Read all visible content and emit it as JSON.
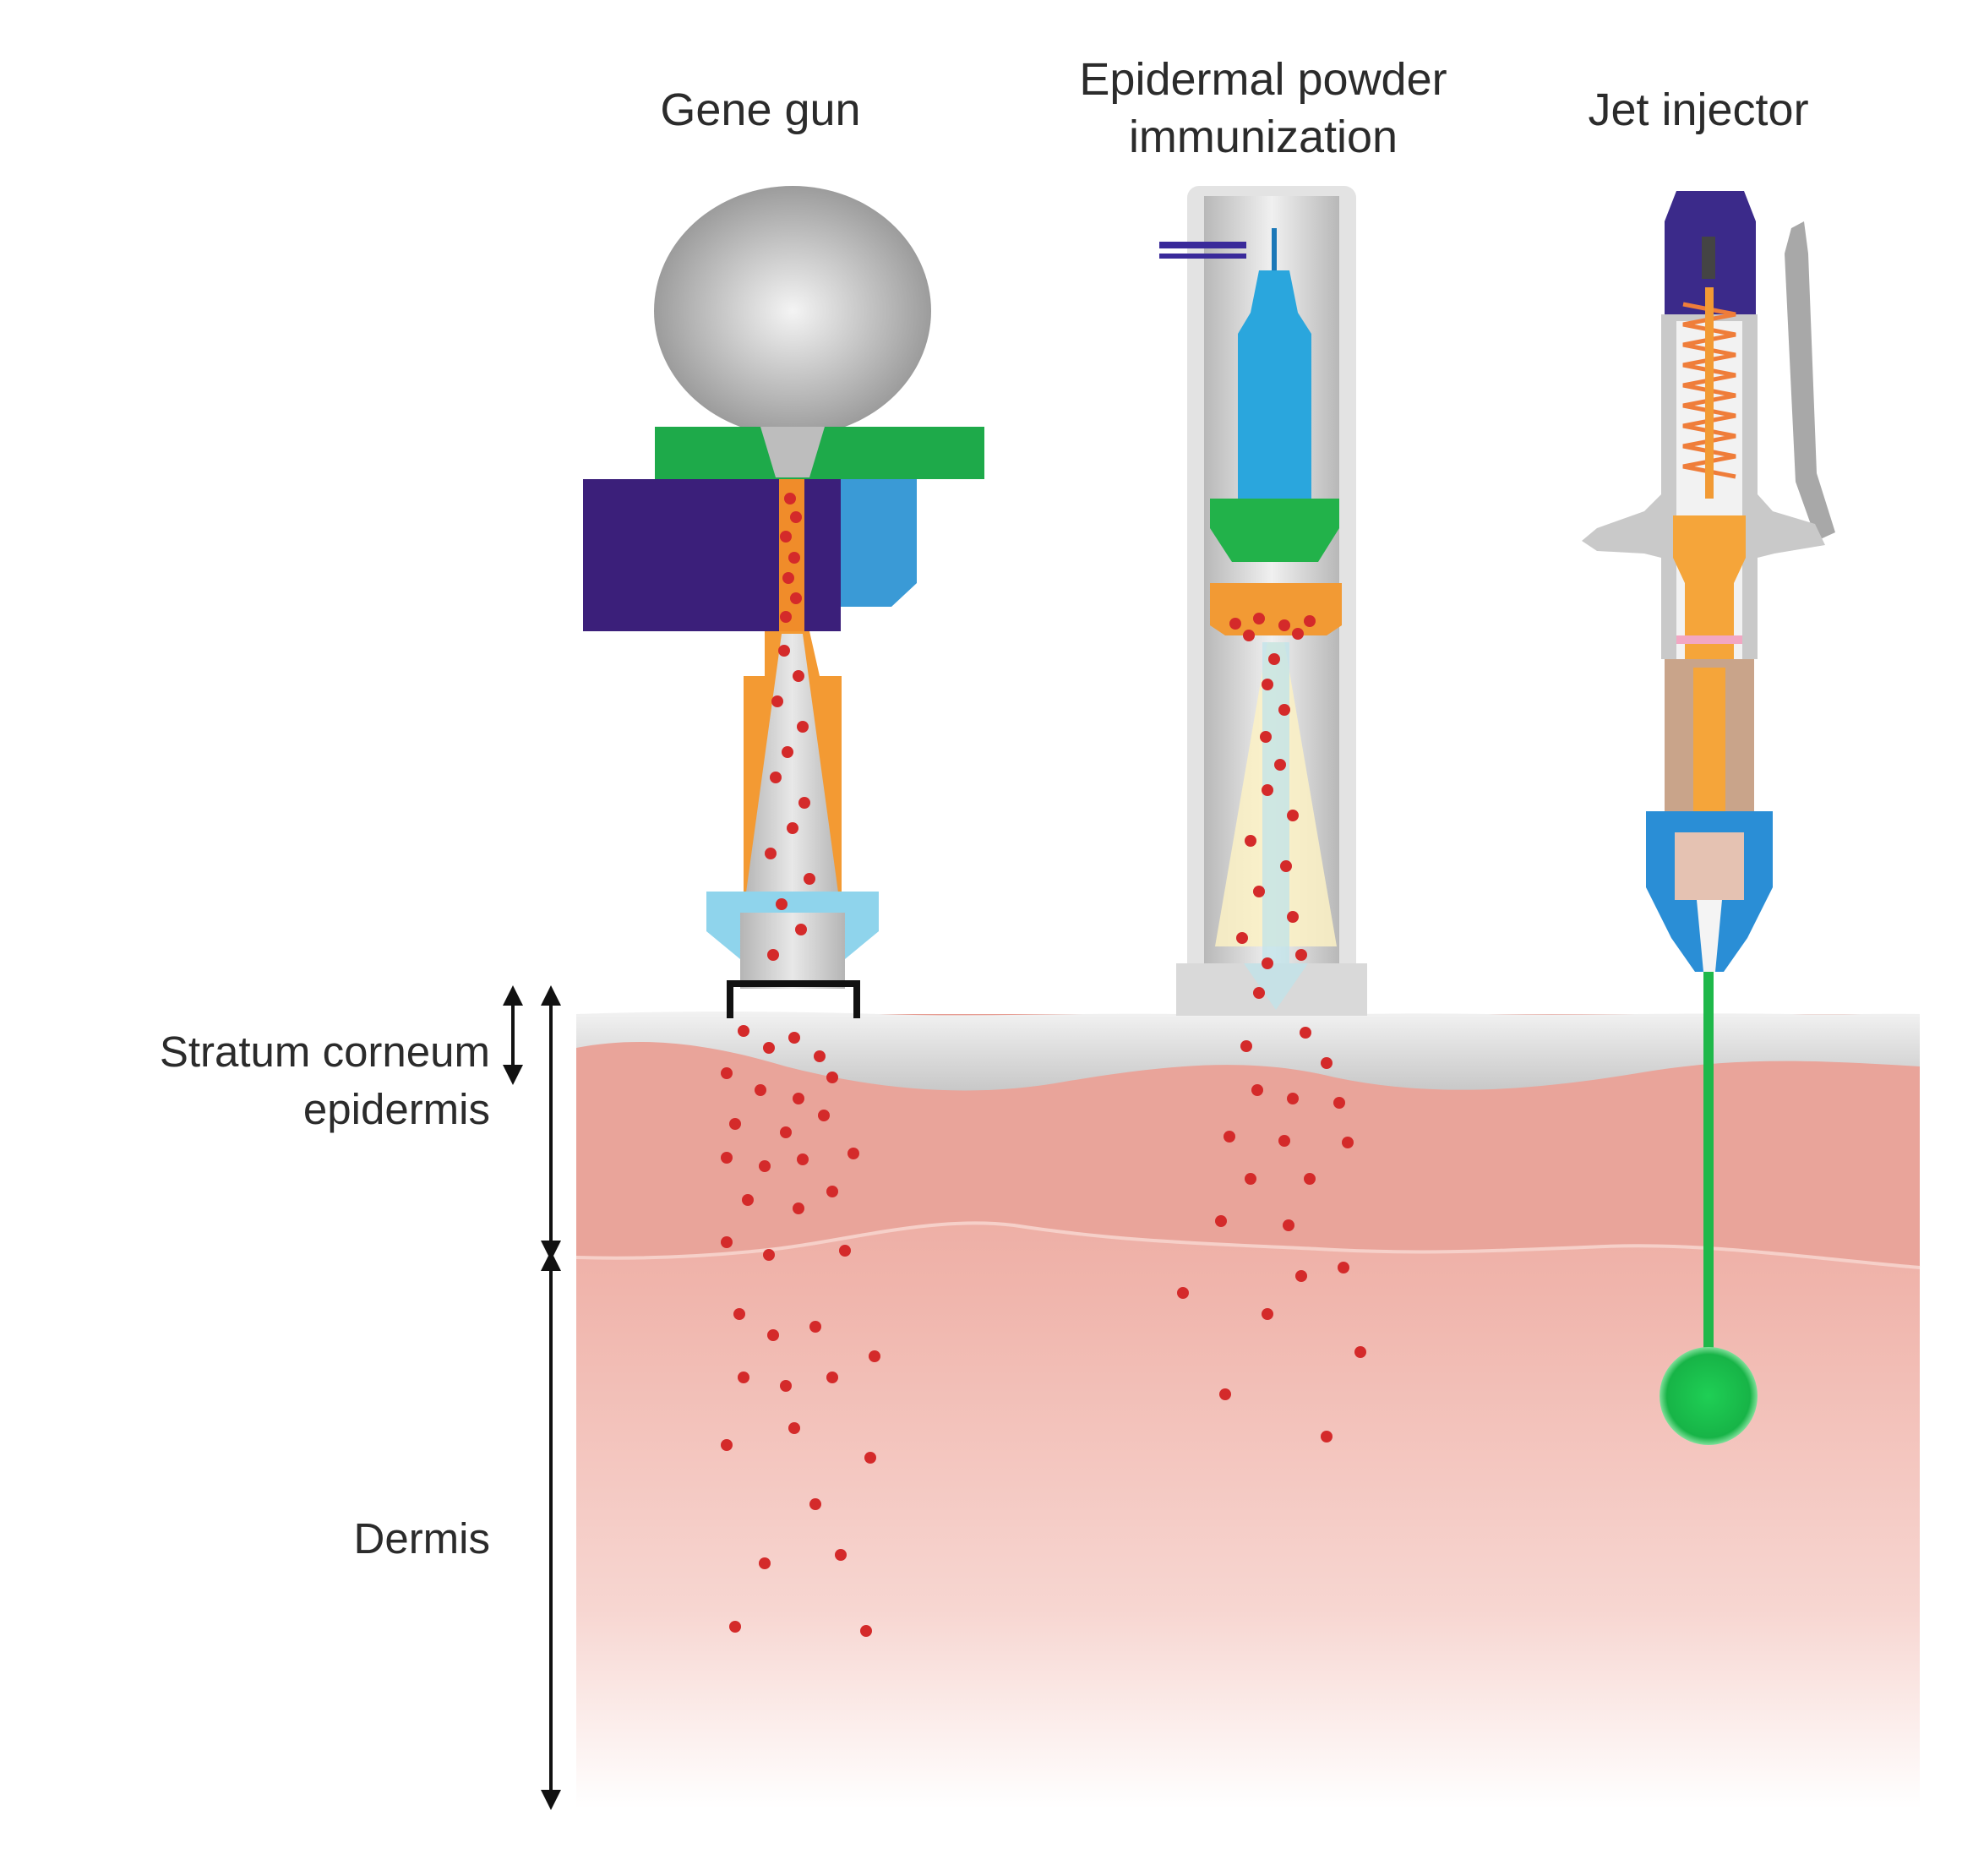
{
  "devices": {
    "gene_gun": {
      "title": "Gene gun"
    },
    "epidermal_powder": {
      "title_line1": "Epidermal powder",
      "title_line2": "immunization"
    },
    "jet_injector": {
      "title": "Jet injector"
    }
  },
  "layers": {
    "stratum_corneum": "Stratum corneum",
    "epidermis": "epidermis",
    "dermis": "Dermis"
  },
  "colors": {
    "particle": "#d42a2a",
    "jet_liquid": "#1fb84a",
    "skin_surface": "#d9d9d9",
    "epidermis": "#ebaaa0",
    "dermis": "#f2bcb6"
  }
}
